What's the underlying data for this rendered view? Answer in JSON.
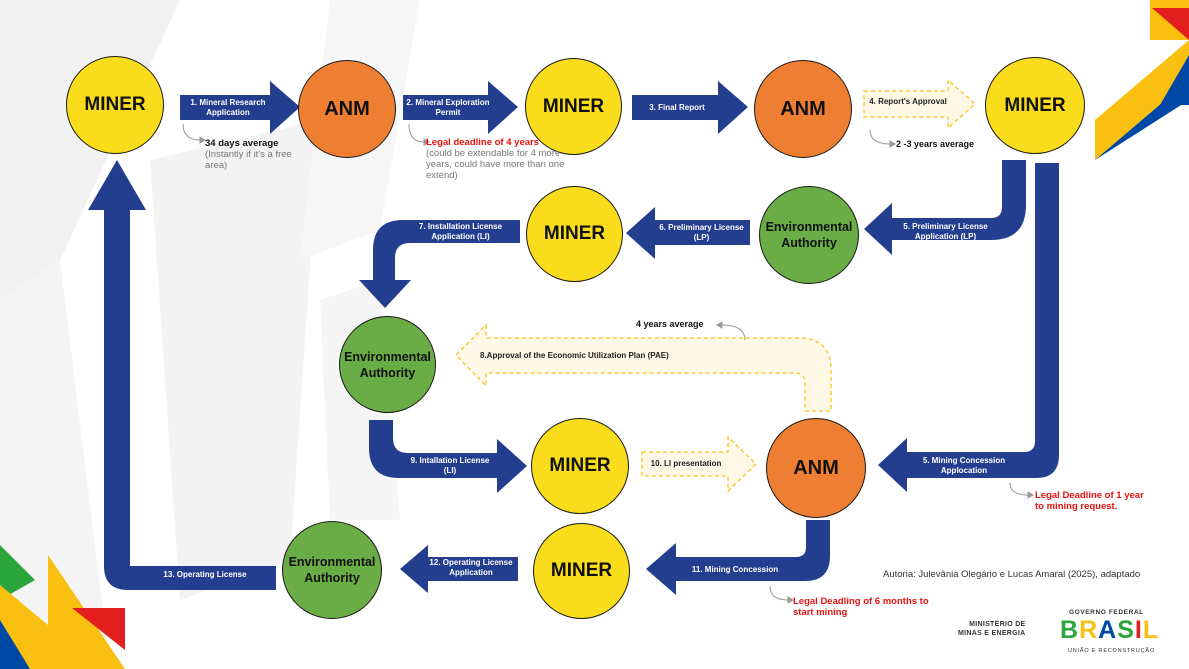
{
  "nodes": {
    "miner1": "MINER",
    "anm1": "ANM",
    "miner2": "MINER",
    "anm2": "ANM",
    "miner3": "MINER",
    "env1": "Environmental Authority",
    "miner4": "MINER",
    "env2": "Environmental Authority",
    "miner5": "MINER",
    "anm3": "ANM",
    "miner6": "MINER",
    "env3": "Environmental Authority"
  },
  "steps": {
    "s1": "1. Mineral Research Application",
    "s2": "2. Mineral Exploration Permit",
    "s3": "3. Final Report",
    "s4": "4. Report's Approval",
    "s5a": "5. Preliminary License Application (LP)",
    "s5b": "5. Mining Concession Applocation",
    "s6": "6. Preliminary License (LP)",
    "s7": "7. Installation License Application (LI)",
    "s8": "8.Approval of the Economic Utilization Plan (PAE)",
    "s9": "9. Intallation License (LI)",
    "s10": "10. LI presentation",
    "s11": "11. Mining Concession",
    "s12": "12. Operating License Application",
    "s13": "13. Operating License"
  },
  "notes": {
    "n1_bold": "34 days average",
    "n1_rest": "(Instantly if it's a free area)",
    "n2_red": "Legal deadline of 4 years",
    "n2_rest": "(could be extendable for 4 more years, could have more than one extend)",
    "n3": "2 -3 years average",
    "n4": "4 years average",
    "n5": "Legal Deadline of 1 year to mining request.",
    "n6": "Legal Deadling of 6 months to start mining"
  },
  "footer": {
    "attribution": "Autoria: Julevânia Olegário e Lucas Amaral (2025), adaptado",
    "ministry_line1": "MINISTÉRIO DE",
    "ministry_line2": "MINAS E ENERGIA",
    "gov_top": "GOVERNO FEDERAL",
    "brasil": "BRASIL",
    "gov_bottom": "UNIÃO E RECONSTRUÇÃO"
  },
  "colors": {
    "miner": "#f9dc1b",
    "anm": "#ee7f32",
    "environmental": "#6aac46",
    "arrow": "#243e8f",
    "dashed_arrow_fill": "#fff8e6",
    "dashed_arrow_stroke": "#f5c518",
    "red_note": "#e8110f"
  }
}
